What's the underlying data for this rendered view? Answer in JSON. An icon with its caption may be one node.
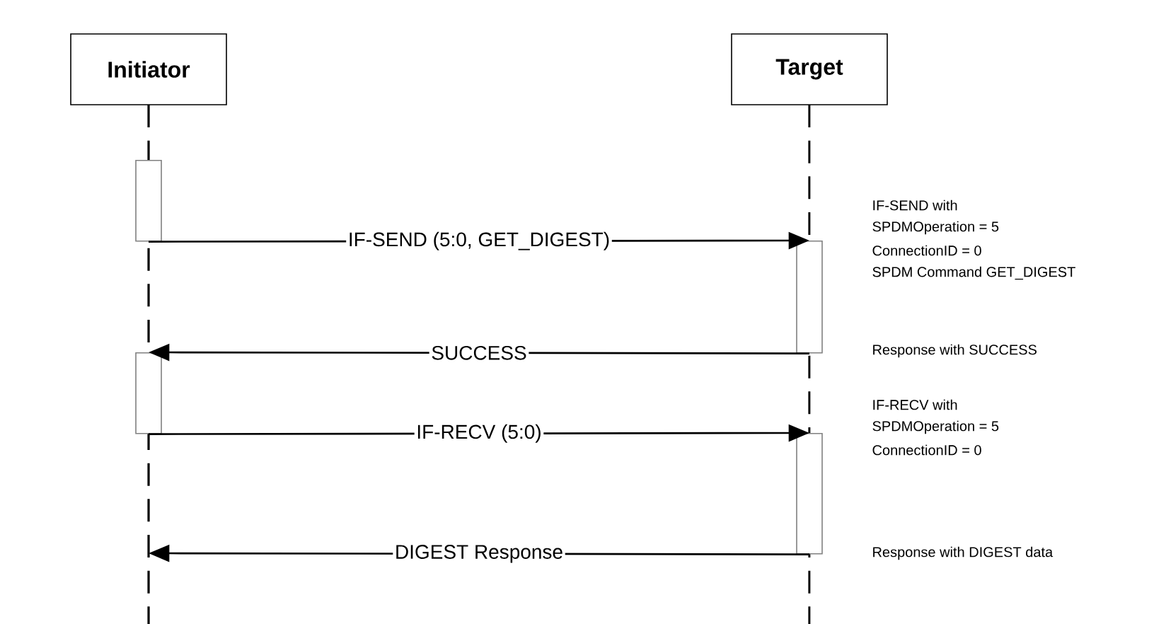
{
  "diagram": {
    "nodes": [
      {
        "text": [
          "Initiator"
        ]
      },
      {
        "text": [
          "Target"
        ]
      },
      {
        "text": [],
        "shape": "bar"
      },
      {
        "text": [],
        "shape": "bar"
      },
      {
        "text": [],
        "shape": "bar"
      },
      {
        "text": [],
        "shape": "bar"
      }
    ],
    "edges": [
      {
        "from": 2,
        "to": 4,
        "arrow": "to",
        "label": "IF-SEND (5:0, GET_DIGEST)"
      },
      {
        "from": 4,
        "to": 3,
        "arrow": "to",
        "label": "SUCCESS"
      },
      {
        "from": 3,
        "to": 5,
        "arrow": "to",
        "label": "IF-RECV (5:0)"
      },
      {
        "from": 5,
        "to": null,
        "arrow": "to",
        "label": "DIGEST Response"
      }
    ],
    "labels": [
      "IF-SEND with",
      "SPDMOperation = 5",
      "ConnectionID = 0",
      "SPDM Command GET_DIGEST",
      "Response with SUCCESS",
      "IF-RECV with",
      "SPDMOperation = 5",
      "ConnectionID = 0",
      "Response with DIGEST data"
    ]
  }
}
